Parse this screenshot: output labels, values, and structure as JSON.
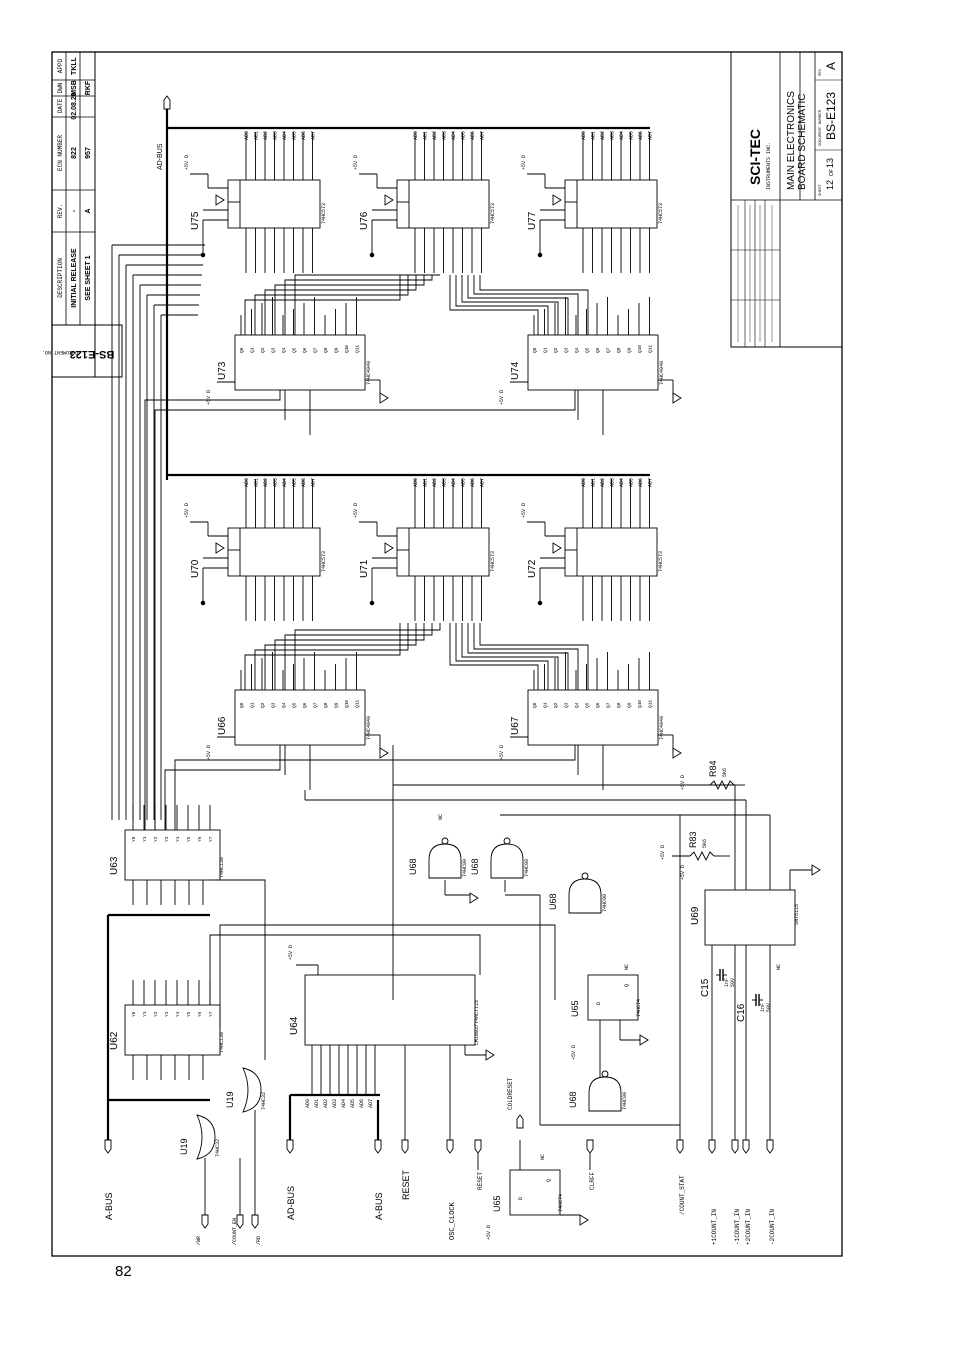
{
  "revision_block": {
    "headers": [
      "REV.",
      "ECN NUMBER",
      "DESCRIPTION",
      "DATE",
      "DWN",
      "APPD"
    ],
    "rows": [
      {
        "rev": "-",
        "ecn": "822",
        "description": "INITIAL RELEASE",
        "date": "02.08.20",
        "dwn": "MSB",
        "appd": "TKLL"
      },
      {
        "rev": "A",
        "ecn": "957",
        "description": "SEE SHEET 1",
        "date": "",
        "dwn": "RKF",
        "appd": ""
      }
    ],
    "doc_label": "DOCUMENT NO.",
    "doc_no": "BS-E123"
  },
  "title_block": {
    "company": "SCI-TEC",
    "company_sub": "INSTRUMENTS INC.",
    "title_line1": "MAIN ELECTRONICS",
    "title_line2": "BOARD SCHEMATIC",
    "doc_no": "BS-E123",
    "rev": "A",
    "sheet": "12",
    "of": "13",
    "sheet_label": "SHEET",
    "of_label": "OF",
    "doc_label": "DOCUMENT NUMBER",
    "rev_label": "REV."
  },
  "latches": [
    {
      "ref": "U75",
      "part": "74HC573"
    },
    {
      "ref": "U76",
      "part": "74HC573"
    },
    {
      "ref": "U77",
      "part": "74HC573"
    },
    {
      "ref": "U70",
      "part": "74HC573"
    },
    {
      "ref": "U71",
      "part": "74HC573"
    },
    {
      "ref": "U72",
      "part": "74HC573"
    }
  ],
  "counters": [
    {
      "ref": "U73",
      "part": "74HC4040"
    },
    {
      "ref": "U74",
      "part": "74HC4040"
    },
    {
      "ref": "U66",
      "part": "74HC4040"
    },
    {
      "ref": "U67",
      "part": "74HC4040"
    }
  ],
  "decoders": [
    {
      "ref": "U63",
      "part": "74HC138"
    },
    {
      "ref": "U62",
      "part": "74HC138"
    }
  ],
  "u64": {
    "ref": "U64",
    "part": "LM1882/74ACT715"
  },
  "u69": {
    "ref": "U69",
    "part": "SN75115"
  },
  "nand_gates": [
    {
      "ref": "U68",
      "part": "74HC00"
    },
    {
      "ref": "U68",
      "part": "74HC00"
    },
    {
      "ref": "U68",
      "part": "74HC00"
    },
    {
      "ref": "U68",
      "part": "74HC00"
    }
  ],
  "flipflops": [
    {
      "ref": "U65",
      "part": "74HC74"
    },
    {
      "ref": "U65",
      "part": "74HC74"
    }
  ],
  "or_gates": [
    {
      "ref": "U19",
      "part": "74HC32"
    },
    {
      "ref": "U19",
      "part": "74HC32"
    }
  ],
  "resistors": [
    {
      "ref": "R84",
      "value": "5K6"
    },
    {
      "ref": "R83",
      "value": "5K6"
    }
  ],
  "capacitors": [
    {
      "ref": "C15",
      "value": "1nF",
      "volt": "50V"
    },
    {
      "ref": "C16",
      "value": "1nF",
      "volt": "50V"
    }
  ],
  "bus_labels": {
    "ad_bus_top": "AD-BUS",
    "a_bus": "A-BUS",
    "ad_bus": "AD-BUS",
    "a_bus2": "A-BUS",
    "reset": "RESET",
    "osc_clock": "OSC_CLOCK",
    "reset_bar": "RESET",
    "clrff": "CLRFF",
    "coldreset": "COLDRESET",
    "count_stat": "/COUNT_STAT",
    "wr": "/WR",
    "count_en": "/COUNT_EN",
    "rd": "/RD",
    "p1count": "+1COUNT_IN",
    "m1count": "-1COUNT_IN",
    "p2count": "+2COUNT_IN",
    "m2count": "-2COUNT_IN",
    "plus5v": "+5V D",
    "nc": "NC"
  },
  "ad_lines": [
    "AD0",
    "AD1",
    "AD2",
    "AD3",
    "AD4",
    "AD5",
    "AD6",
    "AD7"
  ],
  "q_pins": [
    "Q0",
    "Q1",
    "Q2",
    "Q3",
    "Q4",
    "Q5",
    "Q6",
    "Q7",
    "Q8",
    "Q9",
    "Q10",
    "Q11"
  ],
  "page_number": "82"
}
